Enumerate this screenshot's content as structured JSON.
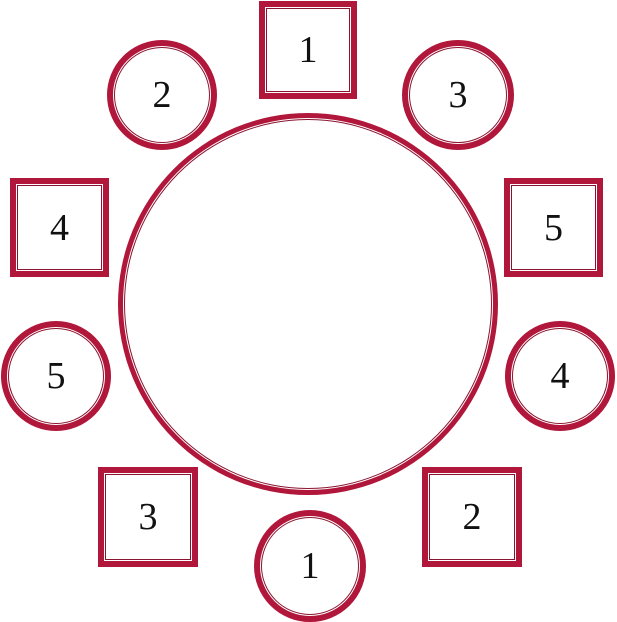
{
  "diagram": {
    "description": "Round table seating arrangement with alternating circle and square seats",
    "colors": {
      "accent": "#b0173a",
      "inner_line": "#8a1430",
      "text": "#111111",
      "background": "#ffffff"
    },
    "table": {
      "shape": "circle"
    },
    "seats": [
      {
        "id": "top",
        "shape": "square",
        "label": "1"
      },
      {
        "id": "top-left",
        "shape": "circle",
        "label": "2"
      },
      {
        "id": "top-right",
        "shape": "circle",
        "label": "3"
      },
      {
        "id": "upper-left",
        "shape": "square",
        "label": "4"
      },
      {
        "id": "upper-right",
        "shape": "square",
        "label": "5"
      },
      {
        "id": "lower-left",
        "shape": "circle",
        "label": "5"
      },
      {
        "id": "lower-right",
        "shape": "circle",
        "label": "4"
      },
      {
        "id": "bottom-left",
        "shape": "square",
        "label": "3"
      },
      {
        "id": "bottom-right",
        "shape": "square",
        "label": "2"
      },
      {
        "id": "bottom",
        "shape": "circle",
        "label": "1"
      }
    ]
  }
}
